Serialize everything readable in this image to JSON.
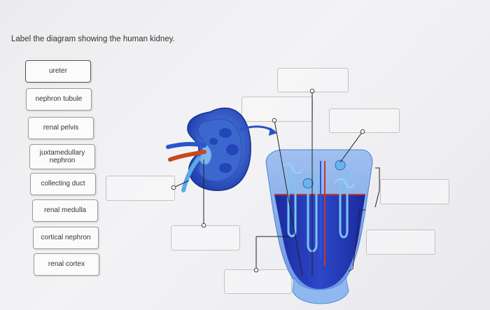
{
  "instruction": "Label the diagram showing the human kidney.",
  "terms": [
    {
      "id": "ureter",
      "label": "ureter",
      "active": true
    },
    {
      "id": "nephron-tubule",
      "label": "nephron tubule"
    },
    {
      "id": "renal-pelvis",
      "label": "renal pelvis"
    },
    {
      "id": "juxtamedullary-nephron",
      "label": "juxtamedullary nephron"
    },
    {
      "id": "collecting-duct",
      "label": "collecting duct"
    },
    {
      "id": "renal-medulla",
      "label": "renal medulla"
    },
    {
      "id": "cortical-nephron",
      "label": "cortical nephron"
    },
    {
      "id": "renal-cortex",
      "label": "renal cortex"
    }
  ],
  "drop_targets": [
    "",
    "",
    "",
    "",
    "",
    "",
    "",
    ""
  ],
  "colors": {
    "kidney_outer": "#1f3fb0",
    "kidney_inner": "#4d7ad8",
    "artery": "#c8481e",
    "vein": "#2a55d0",
    "ureter": "#5aa8e8",
    "section_dark": "#1e2fa8",
    "section_light": "#8fb4ea",
    "arrow": "#2d4fc4"
  }
}
